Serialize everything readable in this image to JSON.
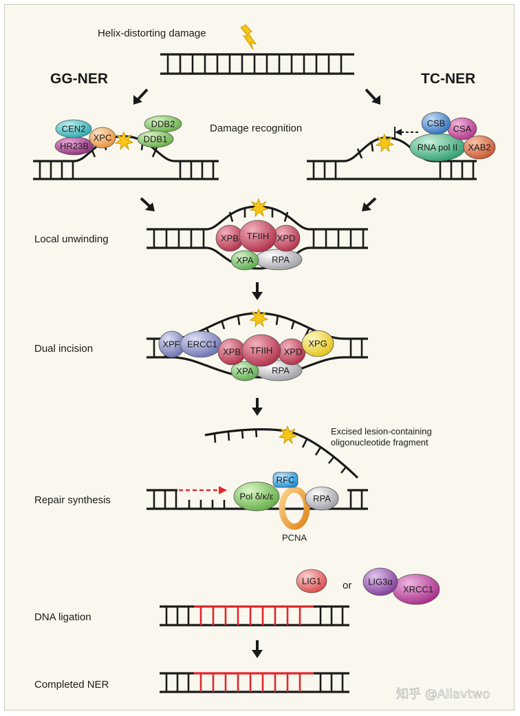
{
  "labels": {
    "helix_damage": "Helix-distorting damage",
    "gg_ner": "GG-NER",
    "tc_ner": "TC-NER",
    "damage_recognition": "Damage recognition",
    "local_unwinding": "Local unwinding",
    "dual_incision": "Dual incision",
    "excised_line1": "Excised lesion-containing",
    "excised_line2": "oligonucleotide fragment",
    "repair_synthesis": "Repair synthesis",
    "dna_ligation": "DNA ligation",
    "completed_ner": "Completed NER",
    "or": "or",
    "watermark": "知乎 @Ailavtwo"
  },
  "proteins": {
    "cen2": "CEN2",
    "hr23b": "HR23B",
    "xpc": "XPC",
    "ddb2": "DDB2",
    "ddb1": "DDB1",
    "csb": "CSB",
    "csa": "CSA",
    "rna_pol_ii": "RNA pol II",
    "xab2": "XAB2",
    "xpb": "XPB",
    "tfiih": "TFIIH",
    "xpd": "XPD",
    "xpa": "XPA",
    "rpa": "RPA",
    "xpf": "XPF",
    "ercc1": "ERCC1",
    "xpg": "XPG",
    "rfc": "RFC",
    "pol": "Pol δ/κ/ε",
    "pcna": "PCNA",
    "lig1": "LIG1",
    "lig3a": "LIG3α",
    "xrcc1": "XRCC1"
  },
  "colors": {
    "dna": "#1a1a1a",
    "repaired_dna": "#e0262b",
    "lesion": "#f5c518",
    "cen2": "#4fc3c6",
    "hr23b": "#b04a94",
    "xpc": "#f6b26b",
    "ddb": "#8ccf6a",
    "csb": "#4a90d9",
    "csa": "#c8509a",
    "rna_pol_ii": "#4cbb8c",
    "xab2": "#e0704a",
    "tfiih": "#c9405a",
    "xpa": "#7cc470",
    "rpa": "#c8c8cc",
    "xpf": "#8e93c9",
    "ercc1": "#a7abd4",
    "xpg": "#f3dc2a",
    "rfc": "#3fa8e8",
    "pol": "#8ccf6a",
    "pcna": "#f1a23a",
    "lig1": "#ee6f6f",
    "lig3a": "#a35ab8",
    "xrcc1": "#c0409e"
  }
}
